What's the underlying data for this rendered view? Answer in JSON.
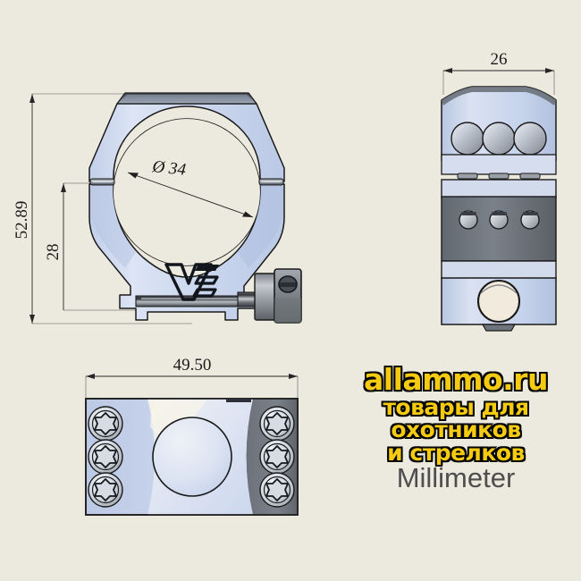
{
  "drawing": {
    "title": "scope-ring-technical-drawing",
    "units_label": "Millimeter",
    "background_color": "#eceadf"
  },
  "views": {
    "front": {
      "name": "front-elevation-view",
      "logo_text": "VE",
      "dimensions": {
        "overall_height": "52.89",
        "ring_center_height": "28",
        "bore_diameter": "Ø 34"
      }
    },
    "side": {
      "name": "side-elevation-view",
      "dimensions": {
        "width": "26"
      }
    },
    "bottom": {
      "name": "bottom-plan-view",
      "dimensions": {
        "length": "49.50"
      },
      "screw_count": 6
    }
  },
  "watermark": {
    "brand": "allammo.ru",
    "tagline_line1": "товары для охотников",
    "tagline_line2": "и стрелков",
    "units": "Millimeter",
    "brand_color": "#f5cb11",
    "outline_color": "#000000",
    "units_color": "#4e4e4e"
  },
  "colors": {
    "body_light": "#cdd8ef",
    "body_mid": "#b9c7e4",
    "body_pale": "#dde5f5",
    "metal_dark": "#5a5f66",
    "metal_mid": "#8d9299",
    "outline": "#1a1a1a",
    "hole_cream": "#f2ebdd"
  }
}
